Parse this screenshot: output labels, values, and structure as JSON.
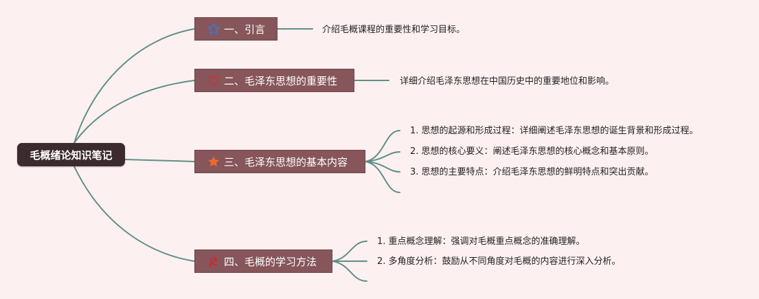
{
  "root": {
    "label": "毛概绪论知识笔记"
  },
  "topics": [
    {
      "label": "一、引言",
      "icon": "star-outline-icon",
      "note": "介绍毛概课程的重要性和学习目标。"
    },
    {
      "label": "二、毛泽东思想的重要性",
      "icon": "heart-outline-icon",
      "note": "详细介绍毛泽东思想在中国历史中的重要地位和影响。"
    },
    {
      "label": "三、毛泽东思想的基本内容",
      "icon": "star-filled-icon",
      "items": [
        "1. 思想的起源和形成过程：详细阐述毛泽东思想的诞生背景和形成过程。",
        "2. 思想的核心要义：阐述毛泽东思想的核心概念和基本原则。",
        "3. 思想的主要特点：介绍毛泽东思想的鲜明特点和突出贡献。"
      ]
    },
    {
      "label": "四、毛概的学习方法",
      "icon": "hammer-sickle-icon",
      "items": [
        "1. 重点概念理解：强调对毛概重点概念的准确理解。",
        "2. 多角度分析：鼓励从不同角度对毛概的内容进行深入分析。"
      ]
    }
  ],
  "colors": {
    "connector": "#5f8f86",
    "topic_bg": "#86565b",
    "root_bg": "#3c2b2e",
    "background": "#fdf0f1"
  }
}
